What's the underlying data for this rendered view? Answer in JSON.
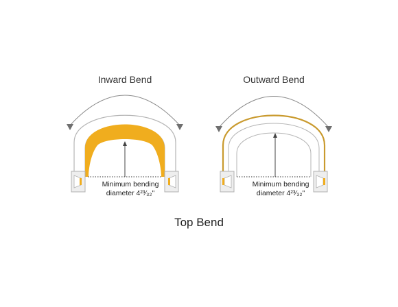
{
  "colors": {
    "fill_amber": "#f0ad1e",
    "strip_outline": "#b8b8b8",
    "outward_edge": "#c99a2e",
    "arrow_gray": "#7f7f7f",
    "text": "#2b2b2b"
  },
  "inward": {
    "title": "Inward Bend",
    "caption_line1": "Minimum bending",
    "caption_line2": "diameter 4²³⁄₃₂\""
  },
  "outward": {
    "title": "Outward Bend",
    "caption_line1": "Minimum bending",
    "caption_line2": "diameter 4²³⁄₃₂\""
  },
  "footer": {
    "title": "Top Bend"
  }
}
